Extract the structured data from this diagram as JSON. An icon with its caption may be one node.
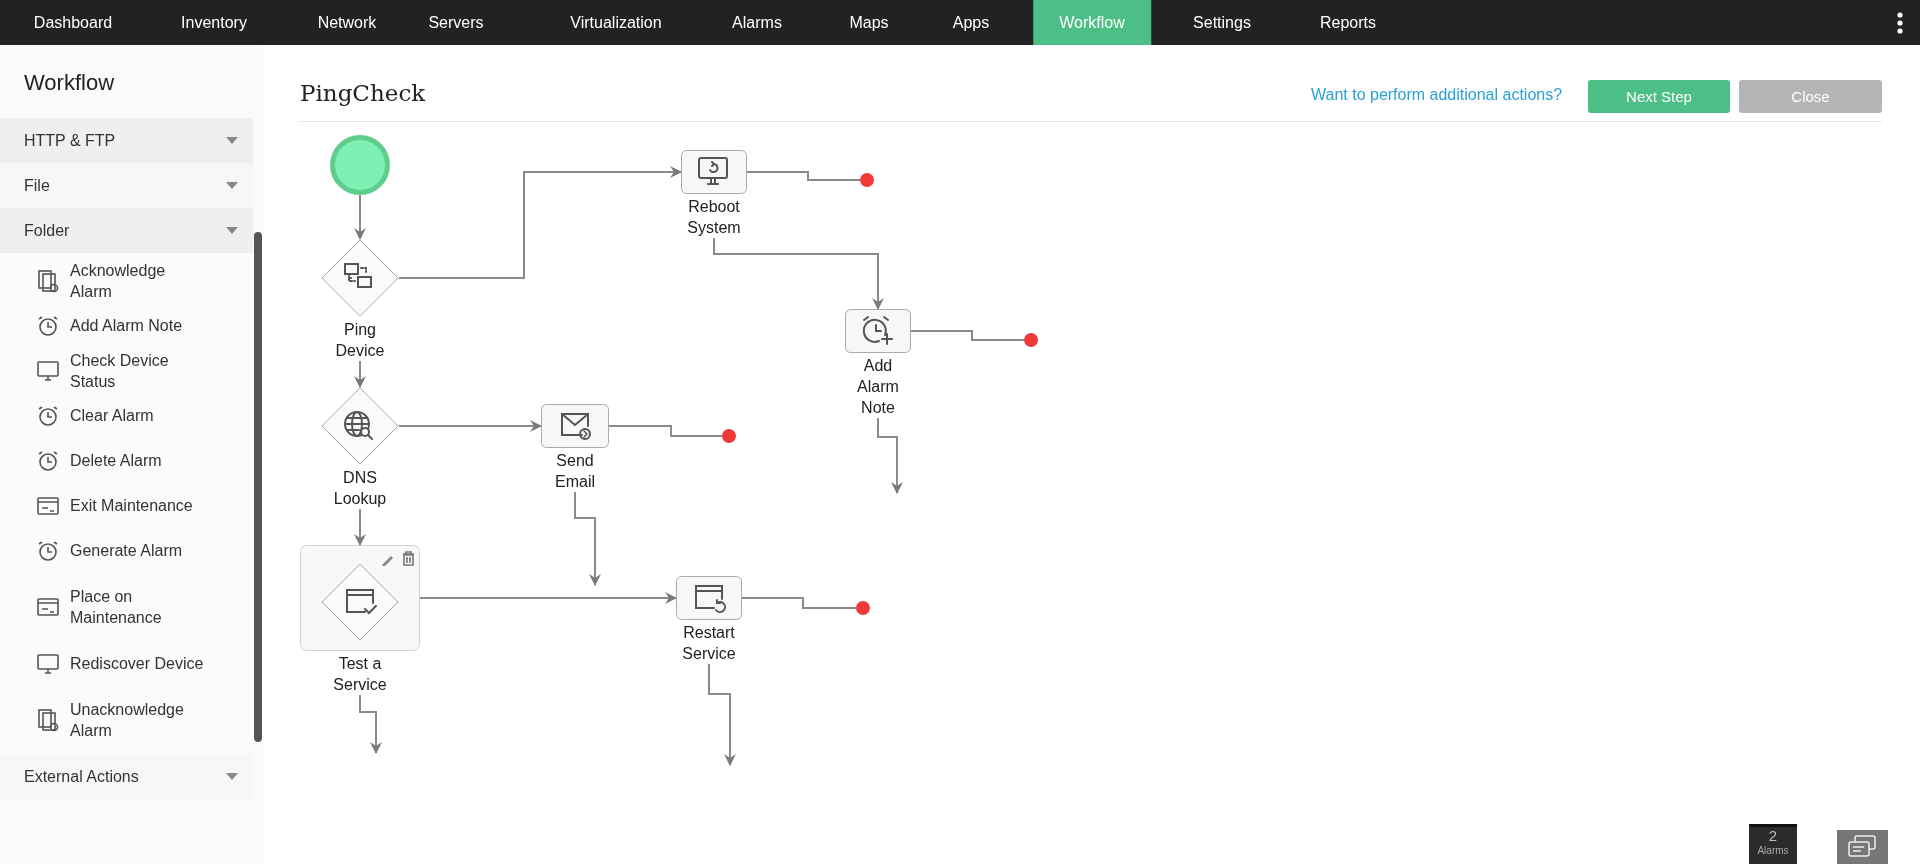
{
  "diagram": {
    "title": "PingCheck",
    "nodes": [
      {
        "text": [],
        "shape": "circle"
      },
      {
        "text": [
          "Ping Device"
        ]
      },
      {
        "text": [
          "DNS Lookup"
        ]
      },
      {
        "text": [
          "Test a Service"
        ]
      },
      {
        "text": [
          "Reboot System"
        ]
      },
      {
        "text": [
          "Send Email"
        ]
      },
      {
        "text": [
          "Add Alarm Note"
        ]
      },
      {
        "text": [
          "Restart Service"
        ]
      },
      {
        "text": [],
        "shape": "circle"
      },
      {
        "text": [],
        "shape": "circle"
      },
      {
        "text": [],
        "shape": "circle"
      },
      {
        "text": [],
        "shape": "circle"
      }
    ],
    "edges": [
      {
        "from": 0,
        "to": 1,
        "arrow": "to"
      },
      {
        "from": 1,
        "to": 2,
        "arrow": "to"
      },
      {
        "from": 1,
        "to": 4,
        "arrow": "to"
      },
      {
        "from": 2,
        "to": 5,
        "arrow": "to"
      },
      {
        "from": 2,
        "to": 3,
        "arrow": "to"
      },
      {
        "from": 3,
        "to": 7,
        "arrow": "to"
      },
      {
        "from": 4,
        "to": 6,
        "arrow": "to"
      },
      {
        "from": 5,
        "to": null,
        "arrow": "to"
      },
      {
        "from": 6,
        "to": null,
        "arrow": "to"
      },
      {
        "from": 3,
        "to": null,
        "arrow": "to"
      },
      {
        "from": 7,
        "to": null,
        "arrow": "to"
      },
      {
        "from": 4,
        "to": 8,
        "arrow": "none"
      },
      {
        "from": 5,
        "to": 9,
        "arrow": "none"
      },
      {
        "from": 6,
        "to": 10,
        "arrow": "none"
      },
      {
        "from": 7,
        "to": 11,
        "arrow": "none"
      }
    ],
    "labels": [
      "Dashboard",
      "Inventory",
      "Network",
      "Servers",
      "Virtualization",
      "Alarms",
      "Maps",
      "Apps",
      "Workflow",
      "Settings",
      "Reports",
      "Workflow",
      "HTTP & FTP",
      "File",
      "Folder",
      "Acknowledge Alarm",
      "Add Alarm Note",
      "Check Device Status",
      "Clear Alarm",
      "Delete Alarm",
      "Exit Maintenance",
      "Generate Alarm",
      "Place on Maintenance",
      "Rediscover Device",
      "Unacknowledge Alarm",
      "External Actions",
      "Want to perform additional actions?",
      "Next Step",
      "Close",
      "2",
      "Alarms"
    ]
  }
}
